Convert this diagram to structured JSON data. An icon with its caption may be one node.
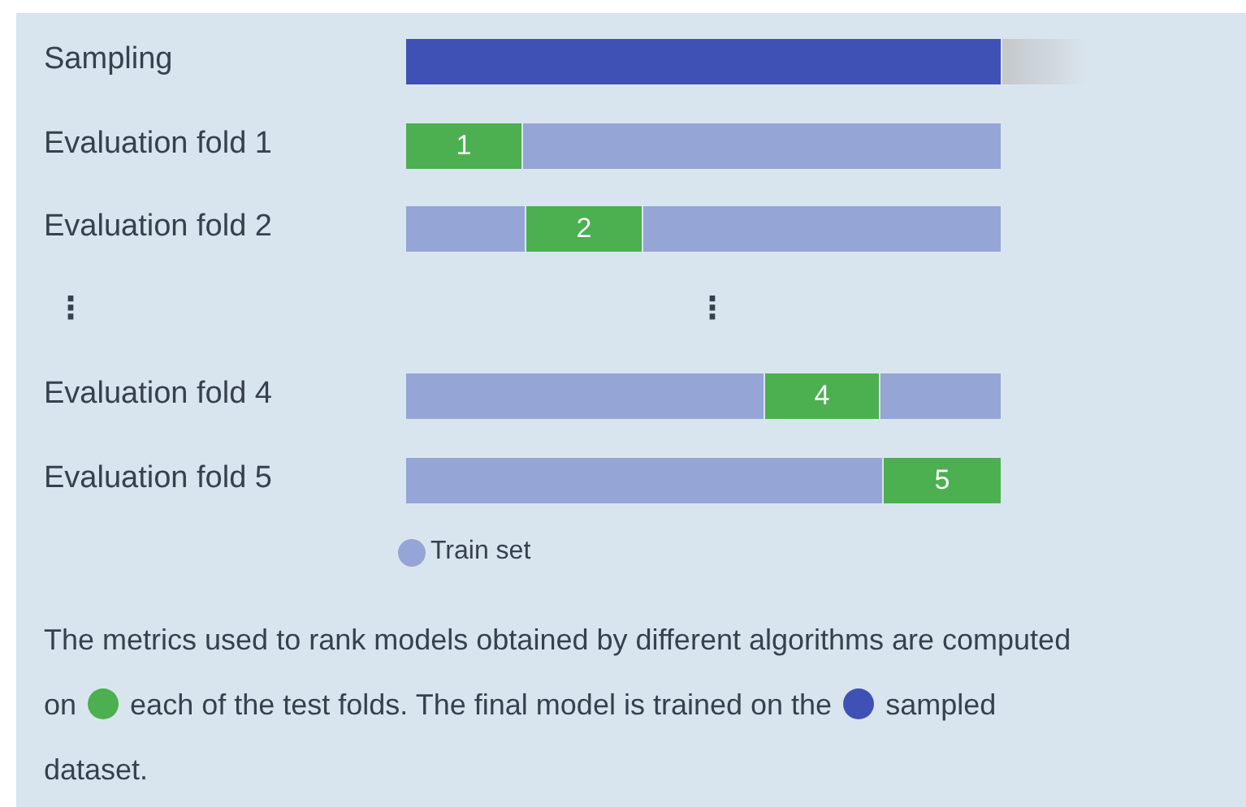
{
  "diagram": {
    "caption": "The metrics used to rank models obtained by different algorithms are computed on each of the test folds. The final model is trained on the sampled dataset.",
    "nodes": [
      {
        "text": [],
        "shape": "bar"
      },
      {
        "text": [
          "1"
        ]
      },
      {
        "text": [],
        "shape": "bar"
      },
      {
        "text": [],
        "shape": "bar"
      },
      {
        "text": [
          "2"
        ]
      },
      {
        "text": [],
        "shape": "bar"
      },
      {
        "text": [],
        "shape": "bar"
      },
      {
        "text": [
          "4"
        ]
      },
      {
        "text": [],
        "shape": "bar"
      },
      {
        "text": [],
        "shape": "bar"
      },
      {
        "text": [
          "5"
        ]
      }
    ],
    "labels": [
      "Sampling",
      "Evaluation fold 1",
      "Evaluation fold 2",
      "⋮",
      "⋮",
      "Evaluation fold 4",
      "Evaluation fold 5"
    ],
    "legend": [
      {
        "text": "Train set",
        "color": "#95a5d6"
      }
    ]
  }
}
